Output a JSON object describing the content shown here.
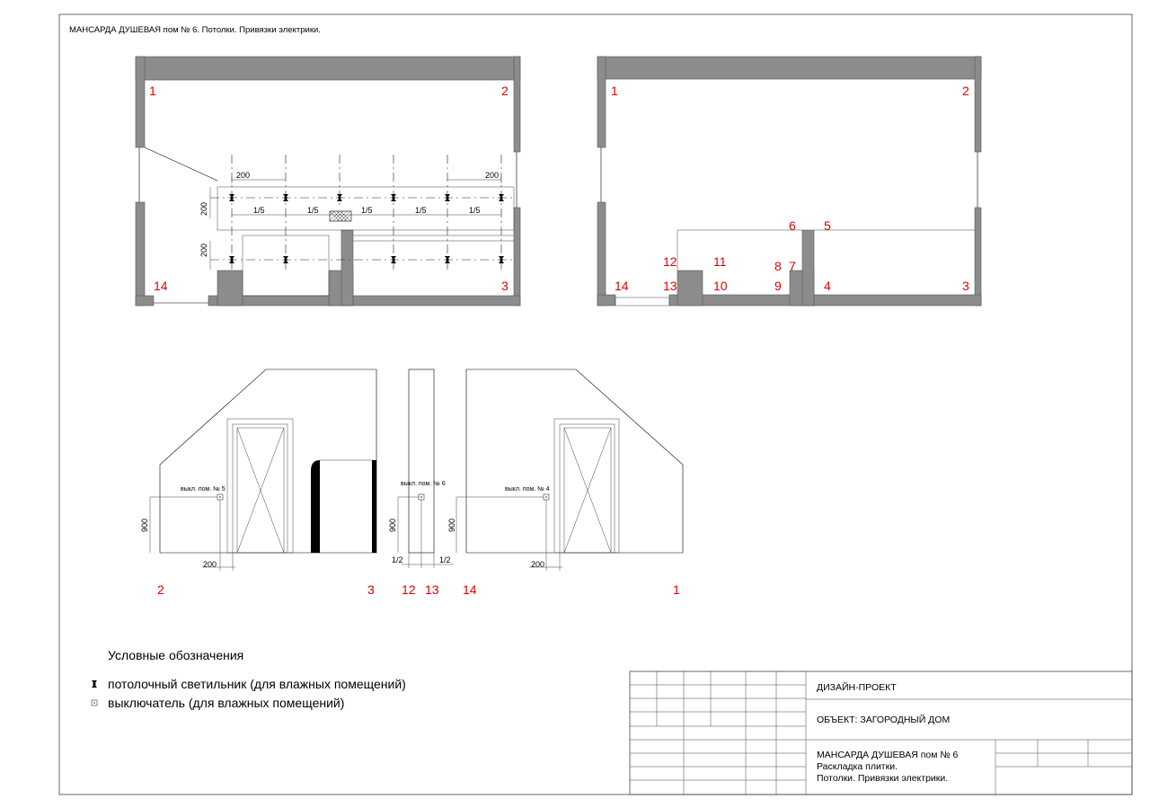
{
  "sheet_title": "МАНСАРДА  ДУШЕВАЯ пом  № 6. Потолки. Привязки электрики.",
  "plan_left": {
    "corners": [
      "1",
      "2",
      "3",
      "14"
    ],
    "dims": {
      "offset_left": "200",
      "offset_right": "200",
      "row_h1": "200",
      "row_h2": "200",
      "fraction": "1/5"
    }
  },
  "plan_right": {
    "corners": [
      "1",
      "2",
      "3",
      "4",
      "5",
      "6",
      "7",
      "8",
      "9",
      "10",
      "11",
      "12",
      "13",
      "14"
    ]
  },
  "elevations": {
    "left": {
      "switch_label": "выкл. пом. № 5",
      "h": "900",
      "offset": "200",
      "marks": [
        "2",
        "3"
      ]
    },
    "middle": {
      "switch_label": "выкл. пом. № 6",
      "h": "900",
      "half_left": "1/2",
      "half_right": "1/2",
      "marks": [
        "12",
        "13"
      ]
    },
    "right": {
      "switch_label": "выкл. пом. № 4",
      "h": "900",
      "offset": "200",
      "marks": [
        "14",
        "1"
      ]
    }
  },
  "legend": {
    "title": "Условные обозначения",
    "items": [
      {
        "icon": "ceiling-light-icon",
        "label": "потолочный светильник (для влажных помещений)"
      },
      {
        "icon": "switch-icon",
        "label": "выключатель (для влажных помещений)"
      }
    ]
  },
  "title_block": {
    "design": "ДИЗАЙН-ПРОЕКТ",
    "object": "ОБЪЕКТ: ЗАГОРОДНЫЙ ДОМ",
    "sheet_line1": "МАНСАРДА  ДУШЕВАЯ пом  № 6",
    "sheet_line2": "Раскладка плитки.",
    "sheet_line3": "Потолки. Привязки электрики."
  }
}
